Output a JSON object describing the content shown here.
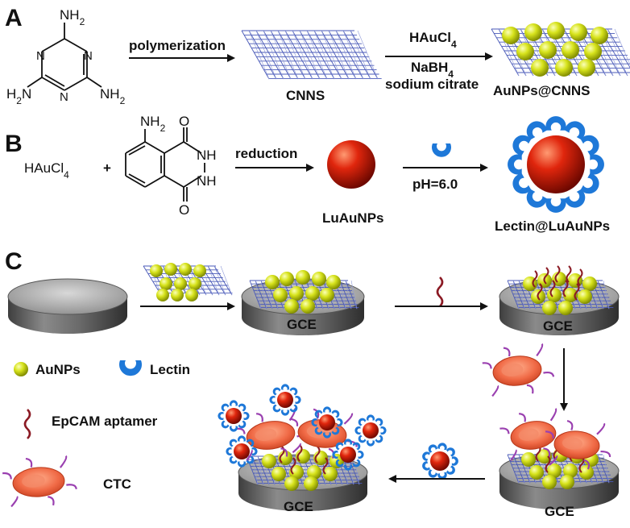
{
  "panels": {
    "a": {
      "letter": "A",
      "melamine_nh2_top": "NH2",
      "melamine_nh2_left": "H2N",
      "melamine_nh2_right": "NH2",
      "melamine_n": "N",
      "step1_label": "polymerization",
      "product1_label": "CNNS",
      "step2_reagent1": "HAuCl4",
      "step2_reagent2": "NaBH4",
      "step2_reagent3": "sodium citrate",
      "product2_label": "AuNPs@CNNS"
    },
    "b": {
      "letter": "B",
      "reactant1": "HAuCl4",
      "plus": "+",
      "luminol_nh2": "NH2",
      "luminol_o": "O",
      "luminol_nh": "NH",
      "step1_label": "reduction",
      "product1_label": "LuAuNPs",
      "step2_label": "pH=6.0",
      "product2_label": "Lectin@LuAuNPs"
    },
    "c": {
      "letter": "C",
      "electrode_label": "GCE",
      "legend": {
        "aunps": "AuNPs",
        "lectin": "Lectin",
        "aptamer": "EpCAM aptamer",
        "ctc": "CTC"
      }
    }
  },
  "colors": {
    "gold_np": "#c8d400",
    "red_np": "#d01a08",
    "lectin_blue": "#1e78d8",
    "cell_fill": "#f06a46",
    "cell_pili": "#9a40b0",
    "aptamer": "#8b1a24",
    "electrode_gray": "#6a6a6a",
    "sheet_blue": "#4a5ab8"
  }
}
